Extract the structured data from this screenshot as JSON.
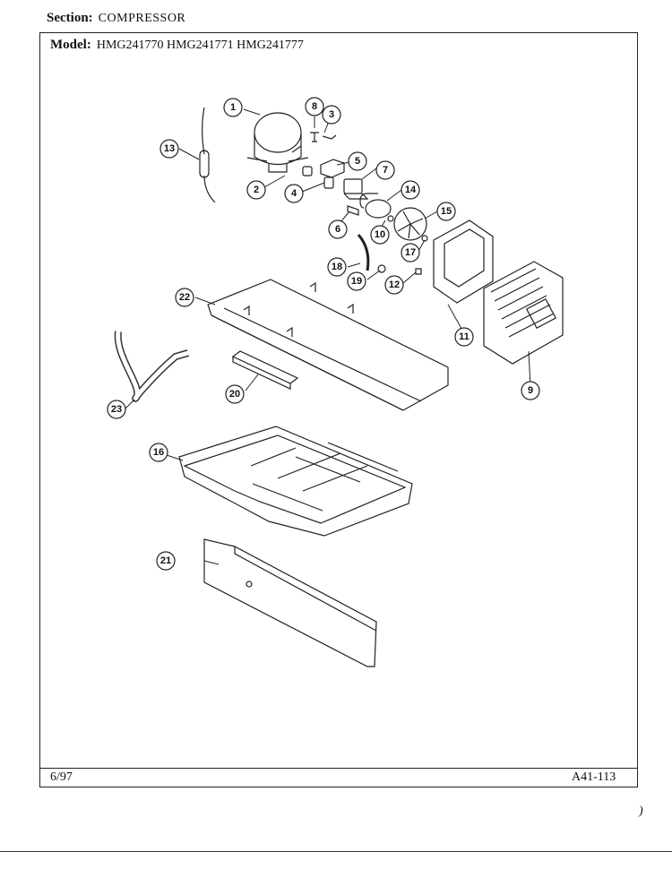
{
  "header": {
    "section_label": "Section:",
    "section_value": "COMPRESSOR",
    "model_label": "Model:",
    "models": "HMG241770  HMG241771  HMG241777"
  },
  "footer": {
    "date": "6/97",
    "page_number": "A41-113",
    "corner_mark": ")"
  },
  "callouts": [
    "1",
    "2",
    "3",
    "4",
    "5",
    "6",
    "7",
    "8",
    "9",
    "10",
    "11",
    "12",
    "13",
    "14",
    "15",
    "16",
    "17",
    "18",
    "19",
    "20",
    "21",
    "22",
    "23"
  ]
}
